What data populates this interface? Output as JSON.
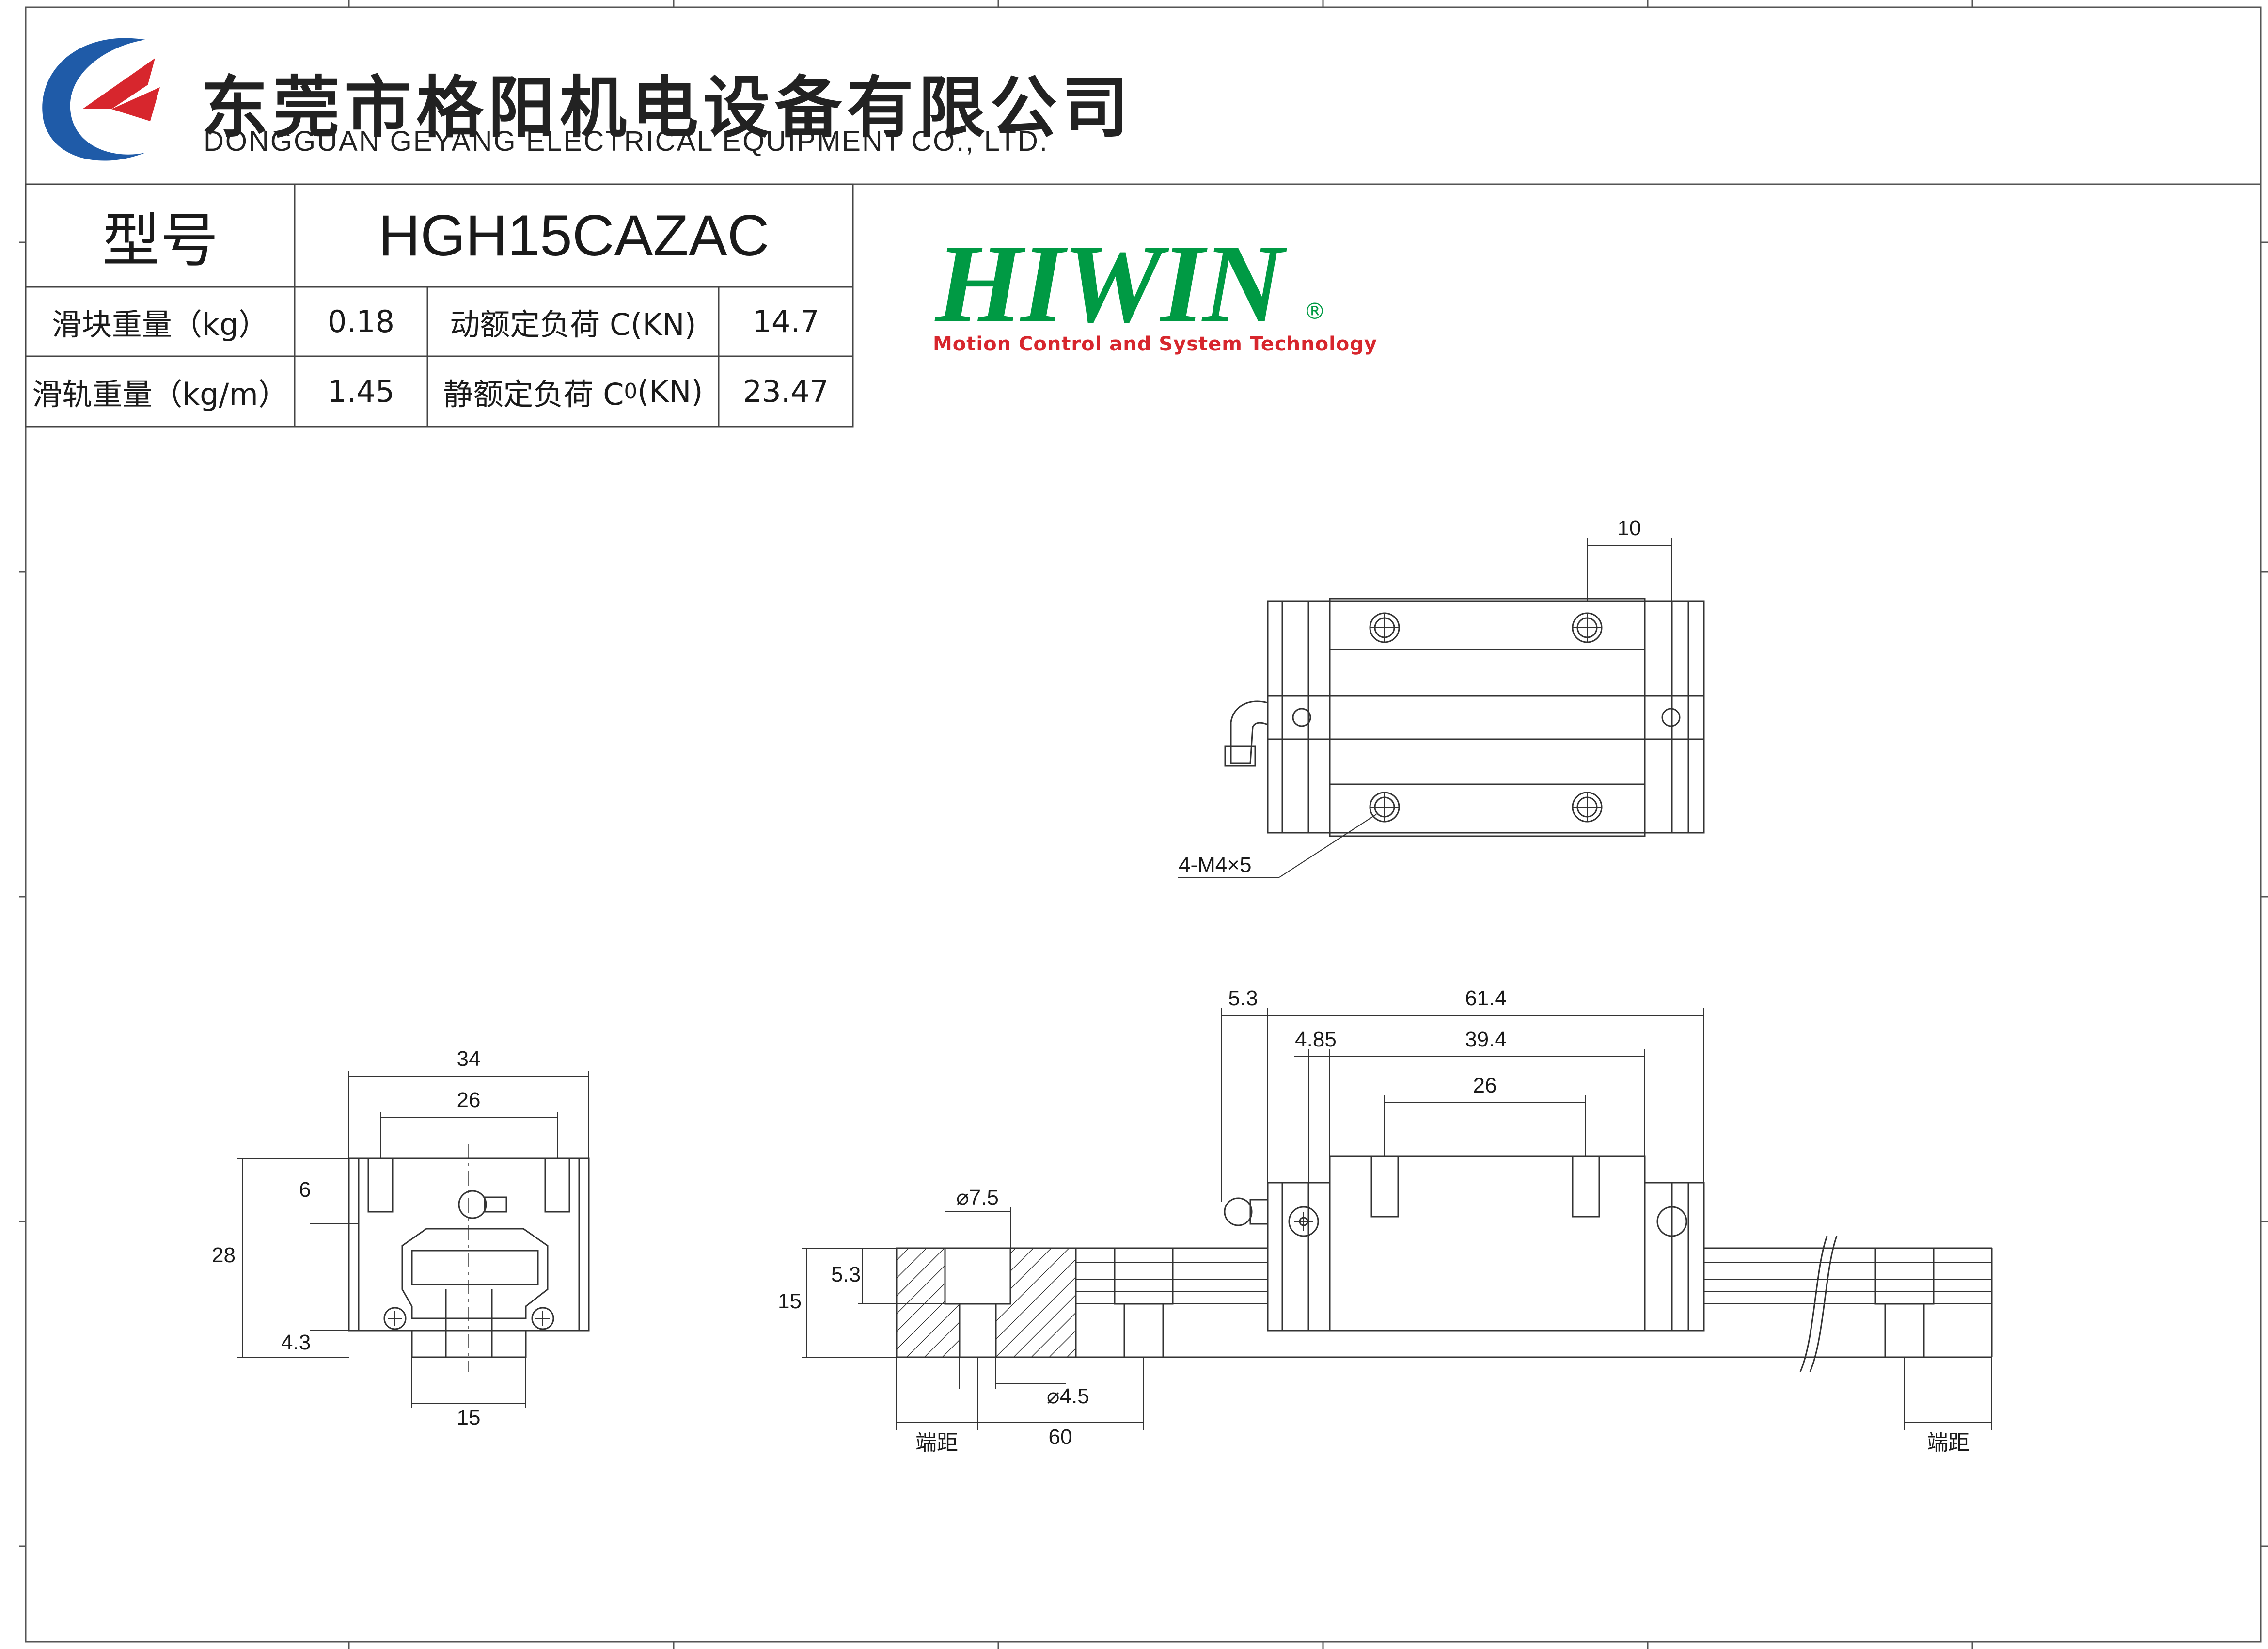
{
  "header": {
    "company_cn": "东莞市格阳机电设备有限公司",
    "company_en": "DONGGUAN GEYANG ELECTRICAL EQUIPMENT CO., LTD."
  },
  "brand": {
    "name": "HIWIN",
    "reg_mark": "®",
    "tagline": "Motion Control and System Technology",
    "colors": {
      "primary": "#009a44",
      "tagline": "#d7262d",
      "logo_blue": "#1f5ba8",
      "logo_red": "#d7262d"
    }
  },
  "spec_table": {
    "model_label": "型号",
    "model_value": "HGH15CAZAC",
    "block_weight_label": "滑块重量（kg）",
    "block_weight_value": "0.18",
    "dynamic_load_label": "动额定负荷 C(KN)",
    "dynamic_load_value": "14.7",
    "rail_weight_label": "滑轨重量（kg/m）",
    "rail_weight_value": "1.45",
    "static_load_label_pre": "静额定负荷 C",
    "static_load_label_sub": "0",
    "static_load_label_post": "(KN)",
    "static_load_value": "23.47"
  },
  "drawing": {
    "top_view": {
      "dim_10": "10",
      "thread_note": "4-M4×5"
    },
    "end_view": {
      "dim_34": "34",
      "dim_26": "26",
      "dim_6": "6",
      "dim_28": "28",
      "dim_4_3": "4.3",
      "dim_15": "15"
    },
    "side_view": {
      "dim_5_3_top": "5.3",
      "dim_61_4": "61.4",
      "dim_4_85": "4.85",
      "dim_39_4": "39.4",
      "dim_26": "26",
      "dim_phi7_5": "⌀7.5",
      "dim_5_3": "5.3",
      "dim_15": "15",
      "dim_phi4_5": "⌀4.5",
      "end_distance_left": "端距",
      "dim_60": "60",
      "end_distance_right": "端距"
    }
  }
}
